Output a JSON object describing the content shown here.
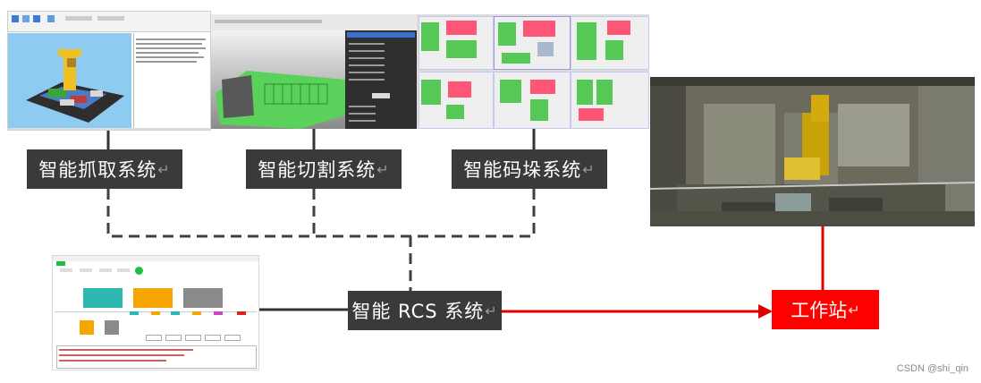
{
  "systems": {
    "grab": {
      "label": "智能抓取系统",
      "return_mark": "↵"
    },
    "cut": {
      "label": "智能切割系统",
      "return_mark": "↵"
    },
    "stack": {
      "label": "智能码垛系统",
      "return_mark": "↵"
    },
    "rcs": {
      "label": "智能 RCS 系统",
      "return_mark": "↵"
    },
    "workstation": {
      "label": "工作站",
      "return_mark": "↵"
    }
  },
  "watermark": "CSDN @shi_qin",
  "colors": {
    "label_bg": "#3a3a3a",
    "workstation_bg": "#ff0000",
    "dashed_line": "#404040",
    "solid_line": "#333333",
    "red_arrow": "#e00000"
  }
}
